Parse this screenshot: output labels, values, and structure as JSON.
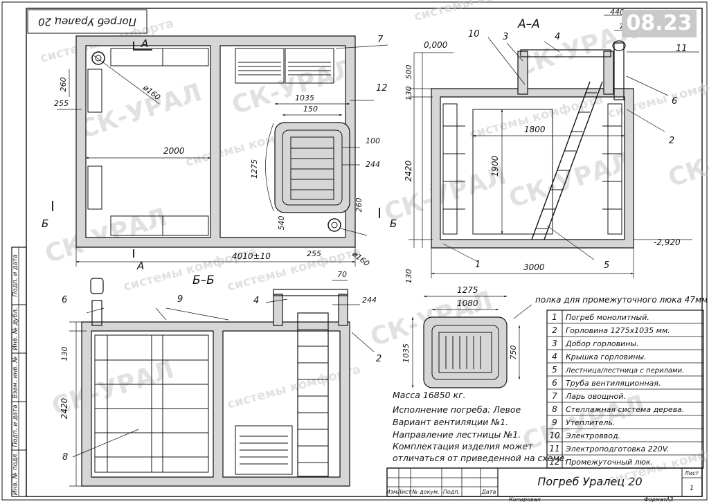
{
  "sheet": {
    "badge": "08.23",
    "rotated_title": "Погреб Уралец 20",
    "section_aa": "А–А",
    "section_bb": "Б–Б",
    "cut_a": "А",
    "cut_b": "Б",
    "watermark_brand": "СК-УРАЛ",
    "watermark_sub": "системы комфорта"
  },
  "plan_dims": {
    "d160_a": "ø160",
    "d160_b": "ø160",
    "d260_a": "260",
    "d255_a": "255",
    "d2000": "2000",
    "d1035": "1035",
    "d150": "150",
    "d100": "100",
    "d244": "244",
    "d1275": "1275",
    "d260_b": "260",
    "d540": "540",
    "d255_b": "255",
    "d4010": "4010±10"
  },
  "aa_dims": {
    "level0": "0,000",
    "d500": "500",
    "d130_a": "130",
    "d2420": "2420",
    "d130_b": "130",
    "d1800": "1800",
    "d1900": "1900",
    "d3000": "3000",
    "level_bottom": "-2,920",
    "d440": "440",
    "d70": "70"
  },
  "bb_dims": {
    "d70": "70",
    "d244": "244",
    "d130": "130",
    "d2420": "2420"
  },
  "hatch_dims": {
    "d1275": "1275",
    "d1080": "1080",
    "d1035": "1035",
    "d750": "750",
    "shelf_note": "полка для промежуточного люка 47мм"
  },
  "callouts": {
    "c1": "1",
    "c2a": "2",
    "c2b": "2",
    "c3": "3",
    "c4a": "4",
    "c4b": "4",
    "c5": "5",
    "c6a": "6",
    "c6b": "6",
    "c7": "7",
    "c8": "8",
    "c9": "9",
    "c10": "10",
    "c11": "11",
    "c12": "12"
  },
  "notes": [
    "Масса 16850 кг.",
    "Исполнение погреба: Левое",
    "Вариант вентиляции №1.",
    "Направление лестницы №1.",
    "Комплектация изделия может",
    "отличаться от приведенной на схеме."
  ],
  "legend": [
    {
      "num": "1",
      "text": "Погреб монолитный."
    },
    {
      "num": "2",
      "text": "Горловина 1275х1035 мм."
    },
    {
      "num": "3",
      "text": "Добор горловины."
    },
    {
      "num": "4",
      "text": "Крышка горловины."
    },
    {
      "num": "5",
      "text": "Лестница/лестница с перилами."
    },
    {
      "num": "6",
      "text": "Труба вентиляционная."
    },
    {
      "num": "7",
      "text": "Ларь овощной."
    },
    {
      "num": "8",
      "text": "Стеллажная система дерева."
    },
    {
      "num": "9",
      "text": "Утеплитель."
    },
    {
      "num": "10",
      "text": "Электроввод."
    },
    {
      "num": "11",
      "text": "Электроподготовка 220V."
    },
    {
      "num": "12",
      "text": "Промежуточный люк."
    }
  ],
  "stamp_side": [
    "Подп. и дата",
    "Инв. № дубл.",
    "Взам. инв. №",
    "Подп. и дата",
    "Инв. № подл."
  ],
  "title_block": {
    "cols": [
      "Изм.",
      "Лист",
      "№ докум.",
      "Подп.",
      "Дата"
    ],
    "name": "Погреб Уралец 20",
    "sheet_label": "Лист",
    "sheet_num": "1",
    "copied": "Копировал",
    "format_label": "Формат",
    "format_val": "А3"
  }
}
